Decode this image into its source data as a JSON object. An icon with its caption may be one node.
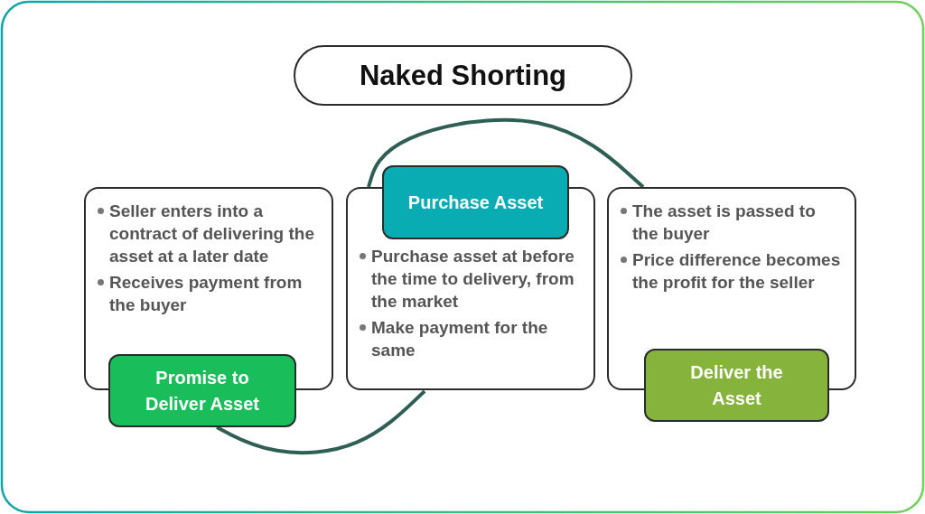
{
  "diagram": {
    "title": "Naked Shorting",
    "nodes": [
      {
        "text": [
          "Seller enters into a contract of delivering the asset at a later date",
          "Receives payment from the buyer"
        ]
      },
      {
        "text": [
          "Promise to Deliver Asset"
        ]
      },
      {
        "text": [
          "Purchase asset at before the time to delivery, from the market",
          "Make payment for the same"
        ]
      },
      {
        "text": [
          "Purchase Asset"
        ]
      },
      {
        "text": [
          "The asset is passed to the buyer",
          "Price difference becomes the profit for the seller"
        ]
      },
      {
        "text": [
          "Deliver the Asset"
        ]
      }
    ],
    "edges": [
      {
        "from": 1,
        "to": 2,
        "arrow": "none"
      },
      {
        "from": 2,
        "to": 4,
        "arrow": "none"
      }
    ]
  }
}
